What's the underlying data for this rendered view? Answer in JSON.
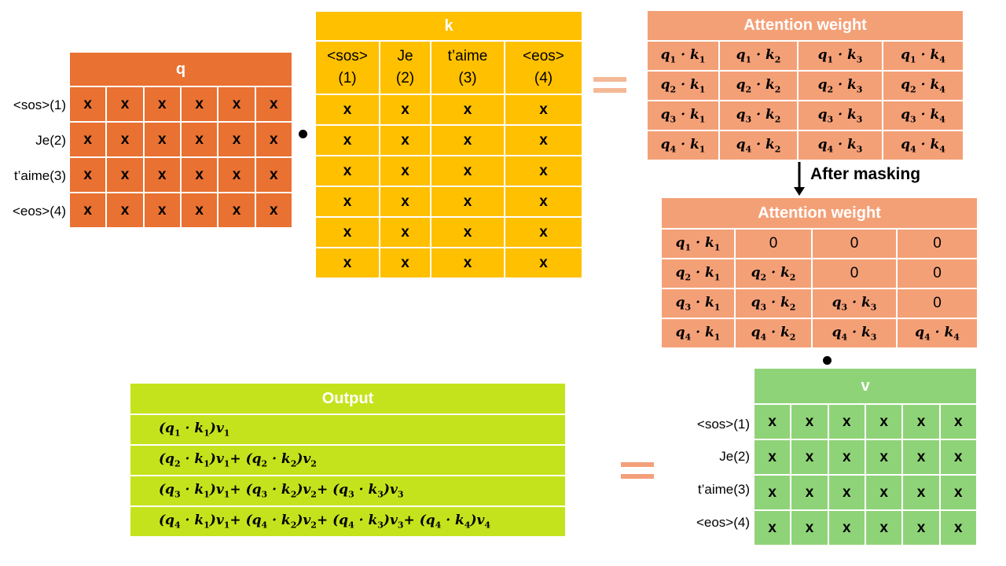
{
  "q": {
    "title": "q",
    "row_labels": [
      "<sos>(1)",
      "Je(2)",
      "t’aime(3)",
      "<eos>(4)"
    ],
    "cells": [
      [
        "x",
        "x",
        "x",
        "x",
        "x",
        "x"
      ],
      [
        "x",
        "x",
        "x",
        "x",
        "x",
        "x"
      ],
      [
        "x",
        "x",
        "x",
        "x",
        "x",
        "x"
      ],
      [
        "x",
        "x",
        "x",
        "x",
        "x",
        "x"
      ]
    ]
  },
  "k": {
    "title": "k",
    "headers": [
      {
        "word": "<sos>",
        "index": "(1)"
      },
      {
        "word": "Je",
        "index": "(2)"
      },
      {
        "word": "t’aime",
        "index": "(3)"
      },
      {
        "word": "<eos>",
        "index": "(4)"
      }
    ],
    "cells": [
      [
        "x",
        "x",
        "x",
        "x"
      ],
      [
        "x",
        "x",
        "x",
        "x"
      ],
      [
        "x",
        "x",
        "x",
        "x"
      ],
      [
        "x",
        "x",
        "x",
        "x"
      ],
      [
        "x",
        "x",
        "x",
        "x"
      ],
      [
        "x",
        "x",
        "x",
        "x"
      ]
    ]
  },
  "attention": {
    "title": "Attention weight",
    "rows": [
      [
        [
          "q",
          "1",
          "k",
          "1"
        ],
        [
          "q",
          "1",
          "k",
          "2"
        ],
        [
          "q",
          "1",
          "k",
          "3"
        ],
        [
          "q",
          "1",
          "k",
          "4"
        ]
      ],
      [
        [
          "q",
          "2",
          "k",
          "1"
        ],
        [
          "q",
          "2",
          "k",
          "2"
        ],
        [
          "q",
          "2",
          "k",
          "3"
        ],
        [
          "q",
          "2",
          "k",
          "4"
        ]
      ],
      [
        [
          "q",
          "3",
          "k",
          "1"
        ],
        [
          "q",
          "3",
          "k",
          "2"
        ],
        [
          "q",
          "3",
          "k",
          "3"
        ],
        [
          "q",
          "3",
          "k",
          "4"
        ]
      ],
      [
        [
          "q",
          "4",
          "k",
          "1"
        ],
        [
          "q",
          "4",
          "k",
          "2"
        ],
        [
          "q",
          "4",
          "k",
          "3"
        ],
        [
          "q",
          "4",
          "k",
          "4"
        ]
      ]
    ]
  },
  "arrow_label": "After masking",
  "masked": {
    "title": "Attention weight",
    "rows": [
      [
        [
          "q",
          "1",
          "k",
          "1"
        ],
        "0",
        "0",
        "0"
      ],
      [
        [
          "q",
          "2",
          "k",
          "1"
        ],
        [
          "q",
          "2",
          "k",
          "2"
        ],
        "0",
        "0"
      ],
      [
        [
          "q",
          "3",
          "k",
          "1"
        ],
        [
          "q",
          "3",
          "k",
          "2"
        ],
        [
          "q",
          "3",
          "k",
          "3"
        ],
        "0"
      ],
      [
        [
          "q",
          "4",
          "k",
          "1"
        ],
        [
          "q",
          "4",
          "k",
          "2"
        ],
        [
          "q",
          "4",
          "k",
          "3"
        ],
        [
          "q",
          "4",
          "k",
          "4"
        ]
      ]
    ]
  },
  "v": {
    "title": "v",
    "row_labels": [
      "<sos>(1)",
      "Je(2)",
      "t’aime(3)",
      "<eos>(4)"
    ],
    "cells": [
      [
        "x",
        "x",
        "x",
        "x",
        "x",
        "x"
      ],
      [
        "x",
        "x",
        "x",
        "x",
        "x",
        "x"
      ],
      [
        "x",
        "x",
        "x",
        "x",
        "x",
        "x"
      ],
      [
        "x",
        "x",
        "x",
        "x",
        "x",
        "x"
      ]
    ]
  },
  "output": {
    "title": "Output",
    "rows": [
      [
        [
          "q",
          "1",
          "k",
          "1",
          "v",
          "1"
        ]
      ],
      [
        [
          "q",
          "2",
          "k",
          "1",
          "v",
          "1"
        ],
        [
          "q",
          "2",
          "k",
          "2",
          "v",
          "2"
        ]
      ],
      [
        [
          "q",
          "3",
          "k",
          "1",
          "v",
          "1"
        ],
        [
          "q",
          "3",
          "k",
          "2",
          "v",
          "2"
        ],
        [
          "q",
          "3",
          "k",
          "3",
          "v",
          "3"
        ]
      ],
      [
        [
          "q",
          "4",
          "k",
          "1",
          "v",
          "1"
        ],
        [
          "q",
          "4",
          "k",
          "2",
          "v",
          "2"
        ],
        [
          "q",
          "4",
          "k",
          "3",
          "v",
          "3"
        ],
        [
          "q",
          "4",
          "k",
          "4",
          "v",
          "4"
        ]
      ]
    ]
  },
  "colors": {
    "q_title": "#E97132",
    "q_cell": "#E97132",
    "k": "#FFC000",
    "attention": "#F4A077",
    "v_title": "#8FD378",
    "v_cell": "#8FD378",
    "output": "#C5E31C",
    "equals_light": "#F4B996",
    "equals_q": "#F3A07A"
  }
}
